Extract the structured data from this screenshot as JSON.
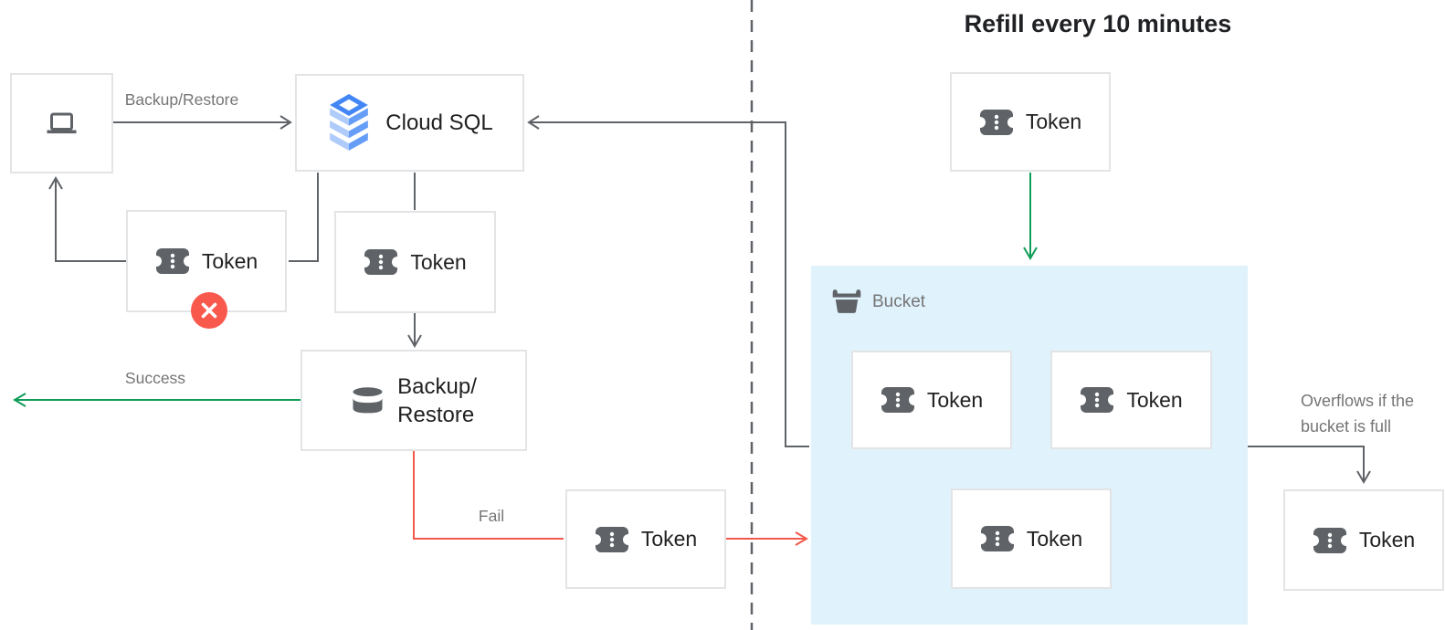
{
  "diagram": {
    "title": "Refill every 10 minutes",
    "nodes": {
      "client": {
        "icon": "laptop-icon"
      },
      "cloud_sql": {
        "label": "Cloud SQL",
        "icon": "cloud-sql-icon"
      },
      "token": {
        "label": "Token",
        "icon": "token-icon",
        "count_visible": 8
      },
      "backup_restore": {
        "label_line1": "Backup/",
        "label_line2": "Restore",
        "icon": "database-icon"
      },
      "bucket": {
        "label": "Bucket",
        "icon": "bucket-icon"
      }
    },
    "badges": {
      "rejected": "x-circle-icon"
    },
    "edge_labels": {
      "backup_restore": "Backup/Restore",
      "success": "Success",
      "fail": "Fail",
      "overflow_line1": "Overflows if the",
      "overflow_line2": "bucket is full"
    },
    "colors": {
      "line_gray": "#5F6368",
      "green": "#0F9D58",
      "red": "#F4584C",
      "badge_red": "#F9594C",
      "bucket_fill": "#E0F2FB",
      "box_border": "#E3E4E6",
      "label_gray": "#757575",
      "text_dark": "#212121",
      "icon_gray": "#5F6368",
      "cloud_sql_blue": "#4285F4",
      "cloud_sql_blue_mid": "#669DF6",
      "cloud_sql_blue_light": "#AECBFA"
    }
  }
}
